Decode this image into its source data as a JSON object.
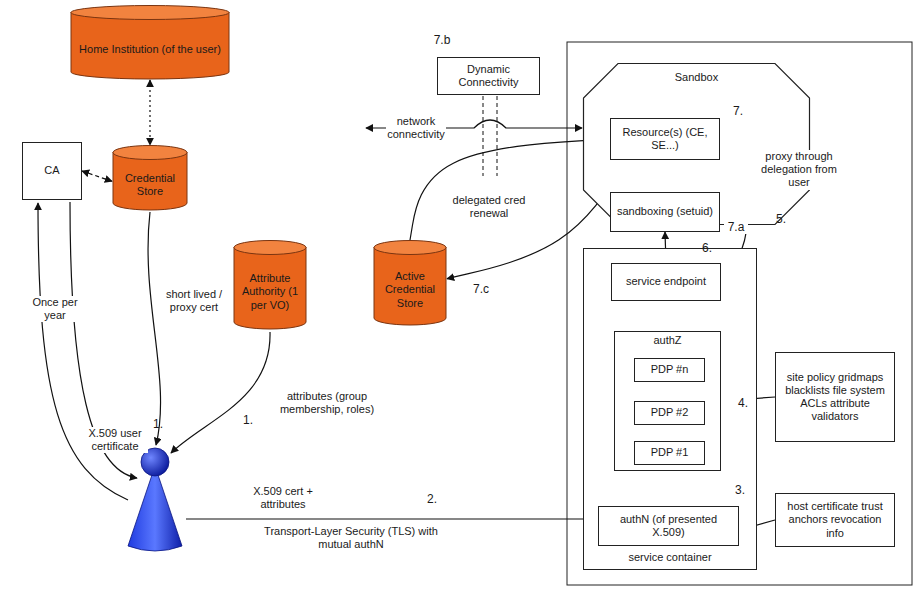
{
  "diagram": {
    "nodes": [
      {
        "text": [
          "Home Institution (of the user)"
        ]
      },
      {
        "text": [
          "CA"
        ]
      },
      {
        "text": [
          "Credential Store"
        ]
      },
      {
        "text": [
          "Attribute Authority (1 per VO)"
        ]
      },
      {
        "text": [
          "Dynamic Connectivity"
        ]
      },
      {
        "text": [
          "Sandbox"
        ]
      },
      {
        "text": [
          "Resource(s) (CE, SE...)"
        ],
        "in": 5
      },
      {
        "text": [
          "sandboxing (setuid)"
        ]
      },
      {
        "text": [
          "Active Credential Store"
        ]
      },
      {
        "text": [
          "service container"
        ]
      },
      {
        "text": [
          "service endpoint"
        ],
        "in": 9
      },
      {
        "text": [
          "authZ"
        ],
        "in": 9
      },
      {
        "text": [
          "PDP #n"
        ],
        "in": 11
      },
      {
        "text": [
          "PDP #2"
        ],
        "in": 11
      },
      {
        "text": [
          "PDP #1"
        ],
        "in": 11
      },
      {
        "text": [
          "authN (of presented X.509)"
        ],
        "in": 9
      },
      {
        "text": [
          "site policy gridmaps blacklists file system ACLs attribute validators"
        ]
      },
      {
        "text": [
          "host certificate trust anchors revocation info"
        ]
      }
    ],
    "edges": [
      {
        "from": 0,
        "to": 2,
        "arrow": "both"
      },
      {
        "from": 1,
        "to": 2,
        "arrow": "both"
      },
      {
        "from": 15,
        "to": 11,
        "arrow": "to"
      },
      {
        "from": 11,
        "to": 10,
        "arrow": "to"
      },
      {
        "from": 10,
        "to": 7,
        "arrow": "to"
      },
      {
        "from": 7,
        "to": 6,
        "arrow": "to"
      },
      {
        "from": 10,
        "to": 6,
        "label": "proxy through delegation from user",
        "arrow": "to"
      },
      {
        "from": 6,
        "to": 8,
        "arrow": "to"
      },
      {
        "from": 8,
        "to": 6,
        "label": "delegated cred renewal",
        "arrow": "to"
      },
      {
        "from": 16,
        "to": 11,
        "arrow": "to"
      },
      {
        "from": 17,
        "to": 15,
        "arrow": "to"
      }
    ],
    "labels": [
      "7.b",
      "network connectivity",
      "7.",
      "1.",
      "1.",
      "Once per year",
      "short lived / proxy cert",
      "X.509 user certificate",
      "attributes (group membership, roles)",
      "X.509 cert + attributes",
      "2.",
      "Transport-Layer Security (TLS) with mutual authN",
      "3.",
      "4.",
      "5.",
      "6.",
      "7.a",
      "7.c"
    ]
  }
}
